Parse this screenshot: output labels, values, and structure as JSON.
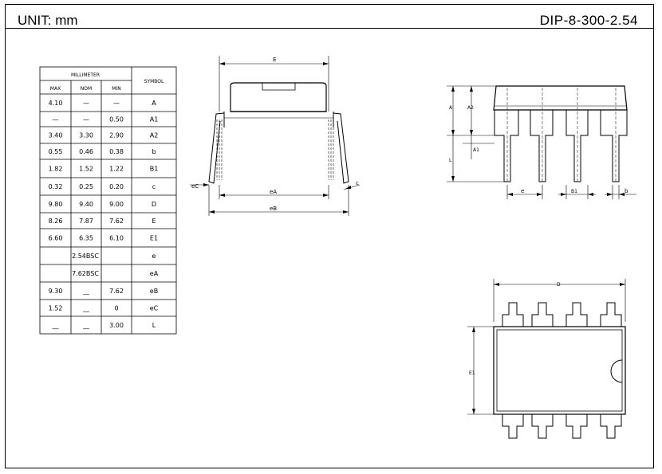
{
  "header": {
    "unit_label": "UNIT: mm",
    "package_name": "DIP-8-300-2.54"
  },
  "table": {
    "group_header": "MILLIMETER",
    "symbol_header": "SYMBOL",
    "col_headers": [
      "MAX",
      "NOM",
      "MIN"
    ],
    "rows": [
      {
        "symbol": "A",
        "max": "4.10",
        "nom": "—",
        "min": "—"
      },
      {
        "symbol": "A1",
        "max": "—",
        "nom": "—",
        "min": "0.50"
      },
      {
        "symbol": "A2",
        "max": "3.40",
        "nom": "3.30",
        "min": "2.90"
      },
      {
        "symbol": "b",
        "max": "0.55",
        "nom": "0.46",
        "min": "0.38"
      },
      {
        "symbol": "B1",
        "max": "1.82",
        "nom": "1.52",
        "min": "1.22"
      },
      {
        "symbol": "c",
        "max": "0.32",
        "nom": "0.25",
        "min": "0.20"
      },
      {
        "symbol": "D",
        "max": "9.80",
        "nom": "9.40",
        "min": "9.00"
      },
      {
        "symbol": "E",
        "max": "8.26",
        "nom": "7.87",
        "min": "7.62"
      },
      {
        "symbol": "E1",
        "max": "6.60",
        "nom": "6.35",
        "min": "6.10"
      },
      {
        "symbol": "e",
        "span": "2.54BSC"
      },
      {
        "symbol": "eA",
        "span": "7.62BSC"
      },
      {
        "symbol": "eB",
        "max": "9.30",
        "nom": "__",
        "min": "7.62"
      },
      {
        "symbol": "eC",
        "max": "1.52",
        "nom": "__",
        "min": "0"
      },
      {
        "symbol": "L",
        "max": "__",
        "nom": "__",
        "min": "3.00"
      }
    ]
  },
  "front_view": {
    "dim_E": "E",
    "dim_eA": "eA",
    "dim_eB": "eB",
    "dim_eC": "eC",
    "dim_c": "c"
  },
  "side_view": {
    "dim_A": "A",
    "dim_A2": "A2",
    "dim_A1": "A1",
    "dim_L": "L",
    "dim_e": "e",
    "dim_B1": "B1",
    "dim_b": "b"
  },
  "top_view": {
    "dim_D": "D",
    "dim_E1": "E1"
  }
}
